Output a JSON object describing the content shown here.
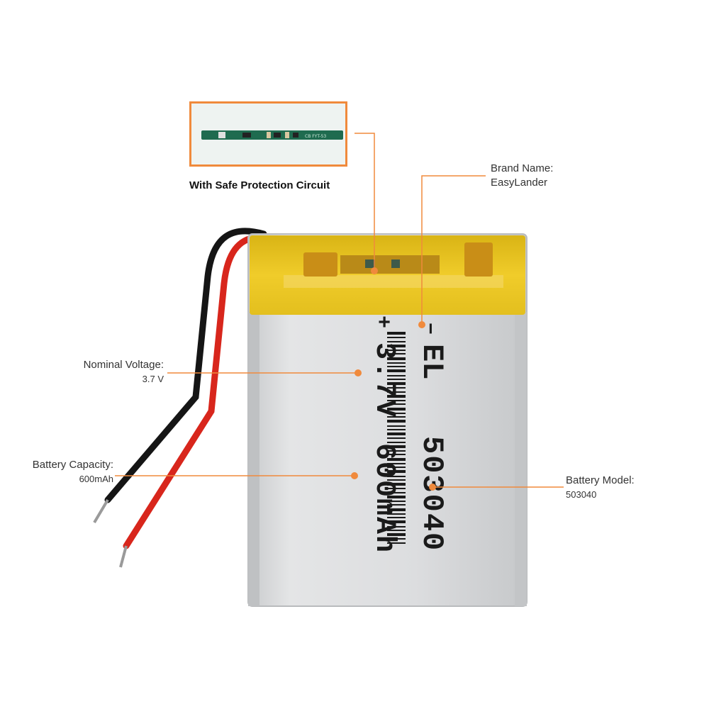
{
  "inset": {
    "caption": "With Safe Protection Circuit",
    "pcb_text": "CB  FYT-53"
  },
  "labels": {
    "brand": {
      "title": "Brand Name:",
      "value": "EasyLander"
    },
    "voltage": {
      "title": "Nominal Voltage:",
      "value": "3.7 V"
    },
    "capacity": {
      "title": "Battery  Capacity:",
      "value": "600mAh"
    },
    "model": {
      "title": "Battery Model:",
      "value": "503040"
    }
  },
  "battery_print": {
    "polarity_plus": "+",
    "polarity_minus": "−",
    "brand": "EL",
    "voltage": "3.7V",
    "model": "503040",
    "capacity": "600mAh"
  },
  "colors": {
    "accent": "#f08a3c",
    "tape": "#e8c21a",
    "cell": "#d7d9db",
    "wire_red": "#d8261c",
    "wire_black": "#151515"
  }
}
